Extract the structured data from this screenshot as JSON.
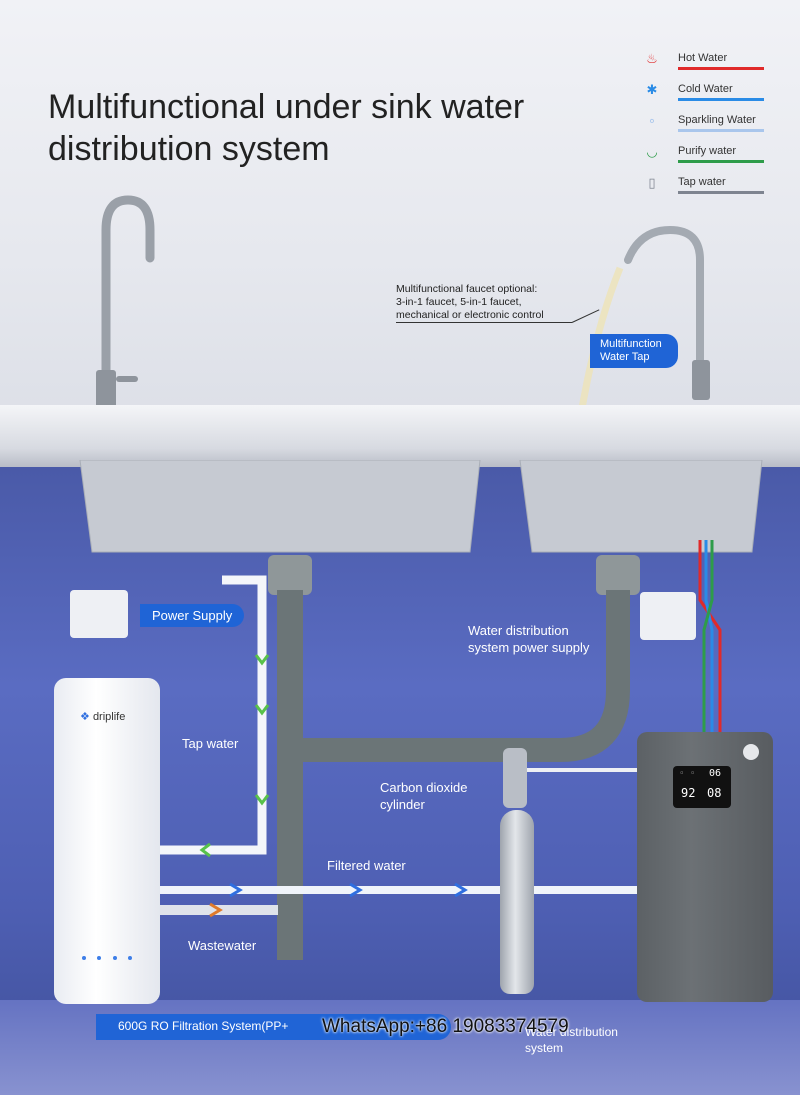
{
  "title": "Multifunctional under sink water distribution system",
  "legend": [
    {
      "label": "Hot Water",
      "color": "#e02a2a",
      "icon": "hot-water-icon",
      "glyph": "♨"
    },
    {
      "label": "Cold Water",
      "color": "#2a8be6",
      "icon": "cold-water-icon",
      "glyph": "✱"
    },
    {
      "label": "Sparkling Water",
      "color": "#a9c6ec",
      "icon": "sparkling-water-icon",
      "glyph": "∘"
    },
    {
      "label": "Purify water",
      "color": "#2e9c4a",
      "icon": "purify-water-icon",
      "glyph": "◡"
    },
    {
      "label": "Tap water",
      "color": "#7e8490",
      "icon": "tap-water-icon",
      "glyph": "▯"
    }
  ],
  "faucet_note": {
    "line1": "Multifunctional faucet optional:",
    "line2": "3-in-1 faucet, 5-in-1 faucet,",
    "line3": "mechanical or electronic control"
  },
  "multifunction_tap": {
    "line1": "Multifunction",
    "line2": "Water Tap"
  },
  "labels": {
    "power_supply": "Power Supply",
    "distribution_power_line1": "Water distribution",
    "distribution_power_line2": "system power supply",
    "tap_water": "Tap water",
    "co2_line1": "Carbon dioxide",
    "co2_line2": "cylinder",
    "filtered_water": "Filtered water",
    "wastewater": "Wastewater",
    "ro_system": "600G RO Filtration System(PP+",
    "distribution_line1": "Water distribution",
    "distribution_line2": "system"
  },
  "brand": "driplife",
  "display": {
    "top_right": "06",
    "bottom_left": "92",
    "bottom_right": "08"
  },
  "contact": "WhatsApp:+86 19083374579",
  "colors": {
    "accent": "#1f64d6",
    "hot": "#e02a2a",
    "cold": "#2a8be6",
    "purify": "#2e9c4a",
    "pipe": "#6b7577"
  }
}
